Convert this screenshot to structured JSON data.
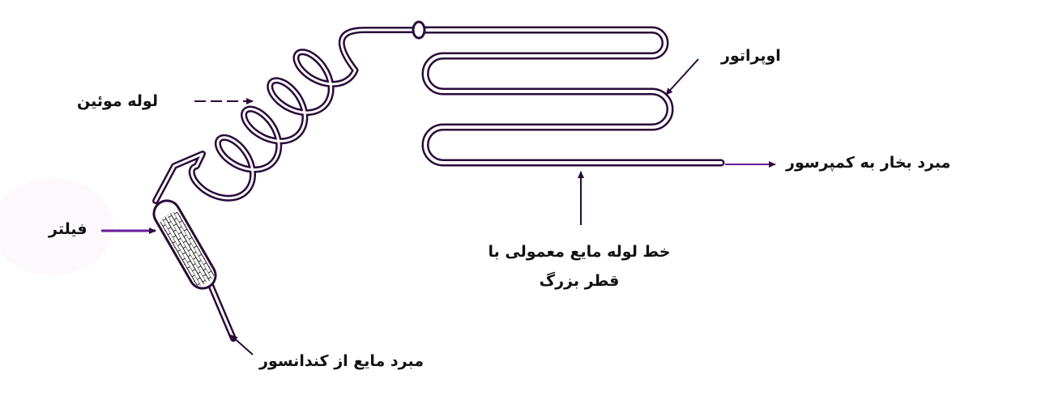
{
  "labels": {
    "capillary": "لوله موئین",
    "evaporator": "اوپراتور",
    "vapor_to_compressor": "مبرد بخار به کمپرسور",
    "filter": "فیلتر",
    "liquid_line_1": "خط لوله مایع معمولی با",
    "liquid_line_2": "قطر بزرگ",
    "liquid_from_condenser": "مبرد مایع از کندانسور"
  },
  "colors": {
    "tube": "#2a0a3a",
    "accent": "#6a1b9a",
    "text": "#111111"
  }
}
